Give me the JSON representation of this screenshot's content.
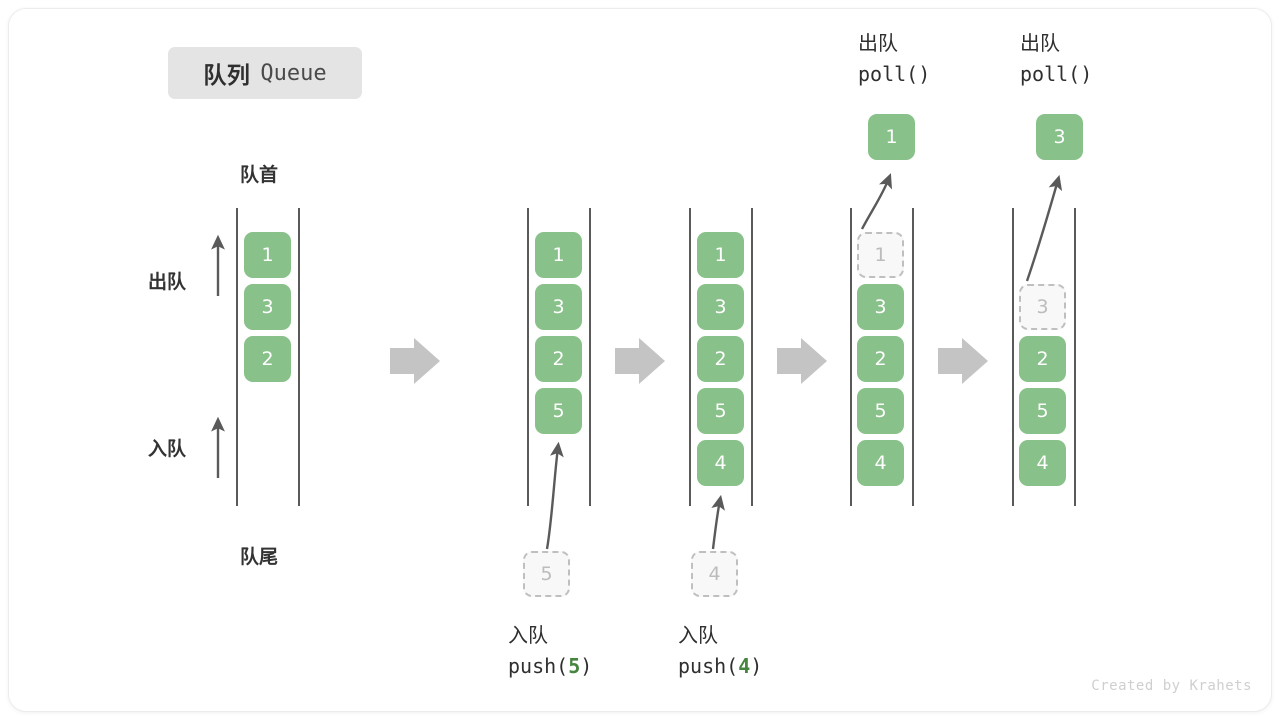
{
  "title": {
    "cn": "队列",
    "en": "Queue"
  },
  "labels": {
    "front": "队首",
    "rear": "队尾",
    "dequeue": "出队",
    "enqueue": "入队"
  },
  "watermark": "Created by Krahets",
  "colors": {
    "cell_green": "#88c189",
    "cell_text": "#ffffff",
    "ghost_border": "#bfbfbf",
    "ghost_fill": "#f8f8f8",
    "ghost_text": "#bcbcbc",
    "rail": "#5a5a5a",
    "step_arrow": "#c4c4c4",
    "accent_num": "#46853f",
    "chip_bg": "#e4e4e4"
  },
  "side_arrows": [
    {
      "name": "dequeue-arrow",
      "label": "出队"
    },
    {
      "name": "enqueue-arrow",
      "label": "入队"
    }
  ],
  "steps": [
    {
      "id": "step-initial",
      "caption_cn": "",
      "caption_code": "",
      "op": "initial",
      "cells": [
        {
          "value": "1",
          "state": "filled"
        },
        {
          "value": "3",
          "state": "filled"
        },
        {
          "value": "2",
          "state": "filled"
        }
      ],
      "floating": null,
      "pending": null
    },
    {
      "id": "step-push-5",
      "caption_cn": "入队",
      "caption_code_pre": "push(",
      "caption_code_num": "5",
      "caption_code_post": ")",
      "op": "push",
      "cells": [
        {
          "value": "1",
          "state": "filled"
        },
        {
          "value": "3",
          "state": "filled"
        },
        {
          "value": "2",
          "state": "filled"
        },
        {
          "value": "5",
          "state": "filled"
        }
      ],
      "floating": null,
      "pending": {
        "value": "5",
        "state": "ghost"
      }
    },
    {
      "id": "step-push-4",
      "caption_cn": "入队",
      "caption_code_pre": "push(",
      "caption_code_num": "4",
      "caption_code_post": ")",
      "op": "push",
      "cells": [
        {
          "value": "1",
          "state": "filled"
        },
        {
          "value": "3",
          "state": "filled"
        },
        {
          "value": "2",
          "state": "filled"
        },
        {
          "value": "5",
          "state": "filled"
        },
        {
          "value": "4",
          "state": "filled"
        }
      ],
      "floating": null,
      "pending": {
        "value": "4",
        "state": "ghost"
      }
    },
    {
      "id": "step-poll-1",
      "caption_cn": "出队",
      "caption_code_pre": "poll(",
      "caption_code_num": "",
      "caption_code_post": ")",
      "op": "poll",
      "cells": [
        {
          "value": "1",
          "state": "ghost"
        },
        {
          "value": "3",
          "state": "filled"
        },
        {
          "value": "2",
          "state": "filled"
        },
        {
          "value": "5",
          "state": "filled"
        },
        {
          "value": "4",
          "state": "filled"
        }
      ],
      "floating": {
        "value": "1",
        "state": "filled"
      },
      "pending": null
    },
    {
      "id": "step-poll-3",
      "caption_cn": "出队",
      "caption_code_pre": "poll(",
      "caption_code_num": "",
      "caption_code_post": ")",
      "op": "poll",
      "cells": [
        {
          "value": "3",
          "state": "ghost"
        },
        {
          "value": "2",
          "state": "filled"
        },
        {
          "value": "5",
          "state": "filled"
        },
        {
          "value": "4",
          "state": "filled"
        }
      ],
      "floating": {
        "value": "3",
        "state": "filled"
      },
      "pending": null
    }
  ],
  "transitions": [
    {
      "name": "transition-arrow-1"
    },
    {
      "name": "transition-arrow-2"
    },
    {
      "name": "transition-arrow-3"
    },
    {
      "name": "transition-arrow-4"
    }
  ]
}
